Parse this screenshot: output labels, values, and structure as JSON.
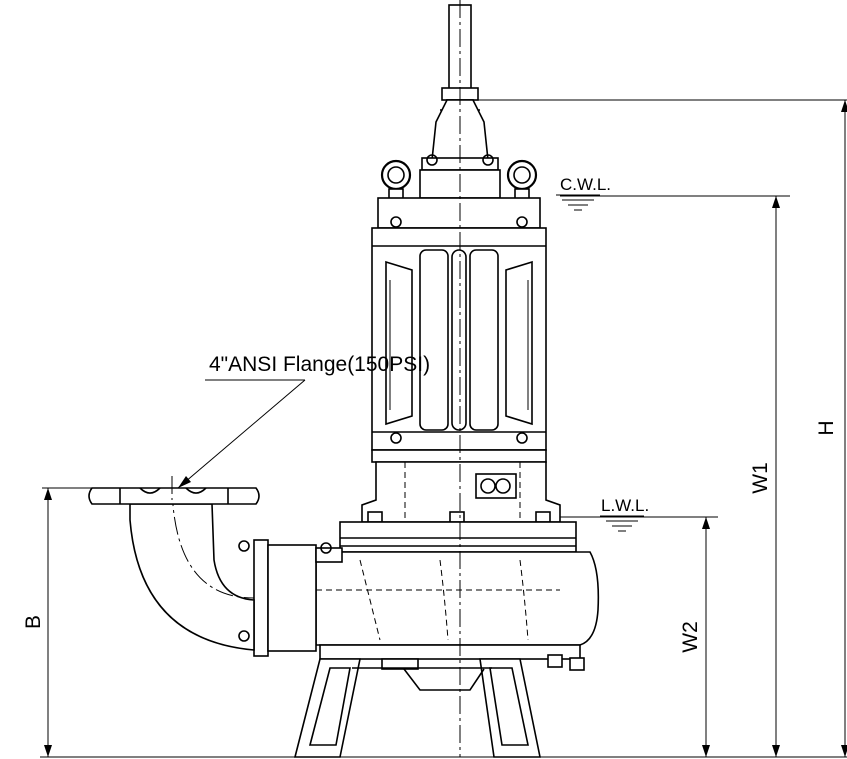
{
  "labels": {
    "flange": "4\"ANSI Flange(150PSI)",
    "cwl": "C.W.L.",
    "lwl": "L.W.L.",
    "h": "H",
    "w1": "W1",
    "w2": "W2",
    "b": "B"
  },
  "colors": {
    "line": "#000000",
    "background": "#ffffff"
  }
}
